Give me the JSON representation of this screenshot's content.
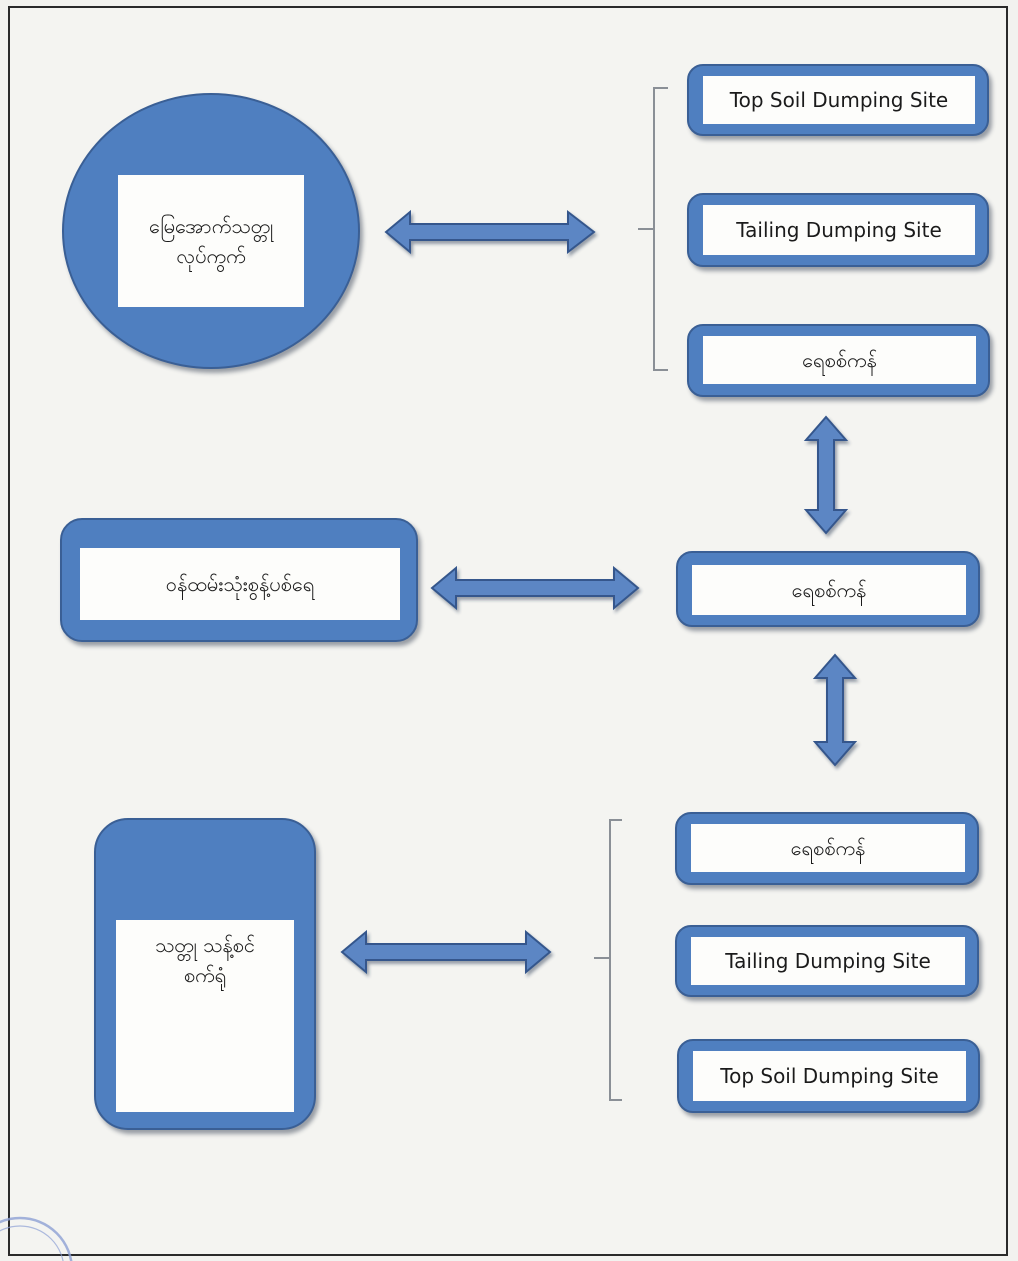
{
  "diagram": {
    "circle_node": {
      "label": "မြေအောက်သတ္တု\nလုပ်ကွက်"
    },
    "left_middle_node": {
      "label": "ဝန်ထမ်းသုံးစွန့်ပစ်ရေ"
    },
    "bottom_left_node": {
      "label": "သတ္တု သန့်စင်\nစက်ရုံ"
    },
    "top_group": [
      {
        "label": "Top Soil Dumping Site"
      },
      {
        "label": "Tailing Dumping Site"
      },
      {
        "label": "ရေစစ်ကန်"
      }
    ],
    "center_right_node": {
      "label": "ရေစစ်ကန်"
    },
    "bottom_group": [
      {
        "label": "ရေစစ်ကန်"
      },
      {
        "label": "Tailing Dumping Site"
      },
      {
        "label": "Top Soil Dumping Site"
      }
    ],
    "colors": {
      "node_fill": "#4f7fc0",
      "node_border": "#3a5f95",
      "arrow_fill": "#5b86c4",
      "box_fill": "#fdfdfb"
    }
  }
}
